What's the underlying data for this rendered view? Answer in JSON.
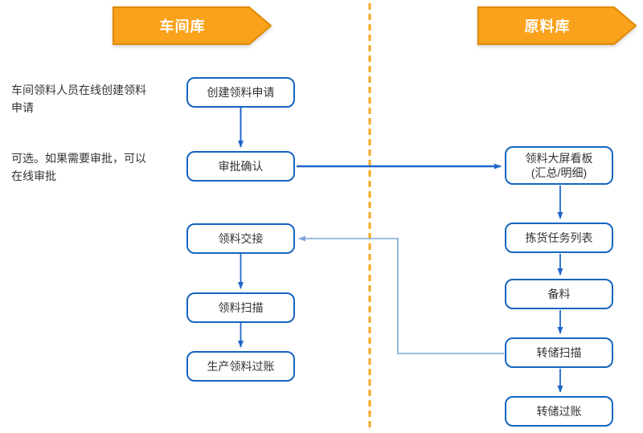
{
  "lanes": {
    "left": {
      "title": "车间库"
    },
    "right": {
      "title": "原料库"
    }
  },
  "annotations": [
    {
      "text": "车间领料人员在线创建领料申请"
    },
    {
      "text": "可选。如果需要审批，可以在线审批"
    }
  ],
  "nodes": {
    "left": [
      {
        "label": "创建领料申请"
      },
      {
        "label": "审批确认"
      },
      {
        "label": "领料交接"
      },
      {
        "label": "领料扫描"
      },
      {
        "label": "生产领料过账"
      }
    ],
    "right": [
      {
        "label": "领料大屏看板",
        "sublabel": "(汇总/明细)"
      },
      {
        "label": "拣货任务列表"
      },
      {
        "label": "备料"
      },
      {
        "label": "转储扫描"
      },
      {
        "label": "转储过账"
      }
    ]
  },
  "edges": [
    {
      "from": "创建领料申请",
      "to": "审批确认"
    },
    {
      "from": "审批确认",
      "to": "领料大屏看板(汇总/明细)"
    },
    {
      "from": "领料大屏看板(汇总/明细)",
      "to": "拣货任务列表"
    },
    {
      "from": "拣货任务列表",
      "to": "备料"
    },
    {
      "from": "备料",
      "to": "转储扫描"
    },
    {
      "from": "转储扫描",
      "to": "转储过账"
    },
    {
      "from": "转储扫描",
      "to": "领料交接"
    },
    {
      "from": "领料交接",
      "to": "领料扫描"
    },
    {
      "from": "领料扫描",
      "to": "生产领料过账"
    }
  ],
  "colors": {
    "header_fill": "#FAA21B",
    "header_border": "#E08A00",
    "node_border": "#1565C0",
    "node_fill": "#FFFFFF",
    "arrow": "#2166C9",
    "connector_light": "#7FA6DB",
    "divider": "#FAA61E",
    "text": "#333333"
  }
}
